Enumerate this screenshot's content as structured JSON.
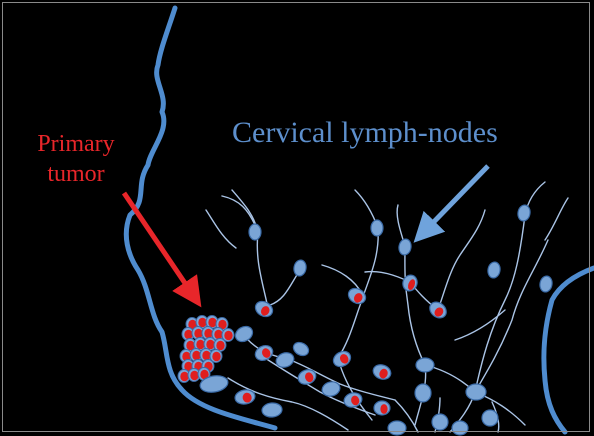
{
  "labels": {
    "primary_tumor_line1": "Primary",
    "primary_tumor_line2": "tumor",
    "cervical_lymph_nodes": "Cervical lymph-nodes"
  },
  "colors": {
    "background": "#000000",
    "tumor_label": "#e8262a",
    "tumor_arrow": "#e8262a",
    "nodes_label": "#5d8fcc",
    "nodes_arrow": "#6fa3dc",
    "outline": "#4f8ccf",
    "vessel": "#aac4e6",
    "node_fill": "#7aa5d6",
    "node_stroke": "#3a6aa6",
    "metastasis": "#e01e1e"
  },
  "legend": {
    "tumor_icon": "red-arrow-icon",
    "nodes_icon": "blue-arrow-icon"
  }
}
